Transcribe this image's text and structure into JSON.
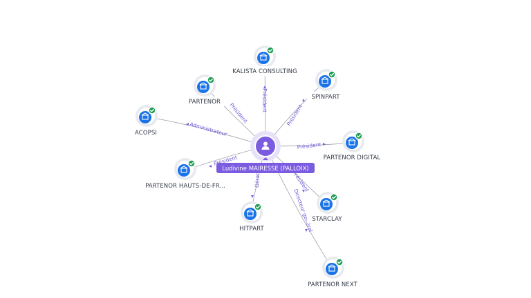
{
  "center": {
    "name": "Ludivine MAIRESSE (PALLOIX)",
    "icon": "person-icon",
    "color": "#7b5ce0"
  },
  "companies": [
    {
      "id": "kalista",
      "name": "KALISTA CONSULTING",
      "role": "Président",
      "icon": "building-icon",
      "status": "verified-check-icon"
    },
    {
      "id": "spinpart",
      "name": "SPINPART",
      "role": "Président",
      "icon": "building-icon",
      "status": "verified-check-icon"
    },
    {
      "id": "partenor",
      "name": "PARTENOR",
      "role": "Président",
      "icon": "building-icon",
      "status": "verified-check-icon"
    },
    {
      "id": "acopsi",
      "name": "ACOPSI",
      "role": "Administrateur",
      "icon": "building-icon",
      "status": "verified-check-icon"
    },
    {
      "id": "partenor-digital",
      "name": "PARTENOR DIGITAL",
      "role": "Président",
      "icon": "building-icon",
      "status": "verified-check-icon"
    },
    {
      "id": "partenor-hdf",
      "name": "PARTENOR HAUTS-DE-FR...",
      "role": "Président",
      "icon": "building-icon",
      "status": "verified-check-icon"
    },
    {
      "id": "hitpart",
      "name": "HITPART",
      "role": "Gérant",
      "icon": "building-icon",
      "status": "verified-check-icon"
    },
    {
      "id": "starclay",
      "name": "STARCLAY",
      "role": "Président",
      "icon": "building-icon",
      "status": "verified-check-icon"
    },
    {
      "id": "partenor-next",
      "name": "PARTENOR NEXT",
      "role": "Directeur général",
      "icon": "building-icon",
      "status": "verified-check-icon"
    }
  ],
  "colors": {
    "company_node": "#1a73e8",
    "verified": "#1f9d55",
    "edge_label": "#6f5bd6"
  }
}
